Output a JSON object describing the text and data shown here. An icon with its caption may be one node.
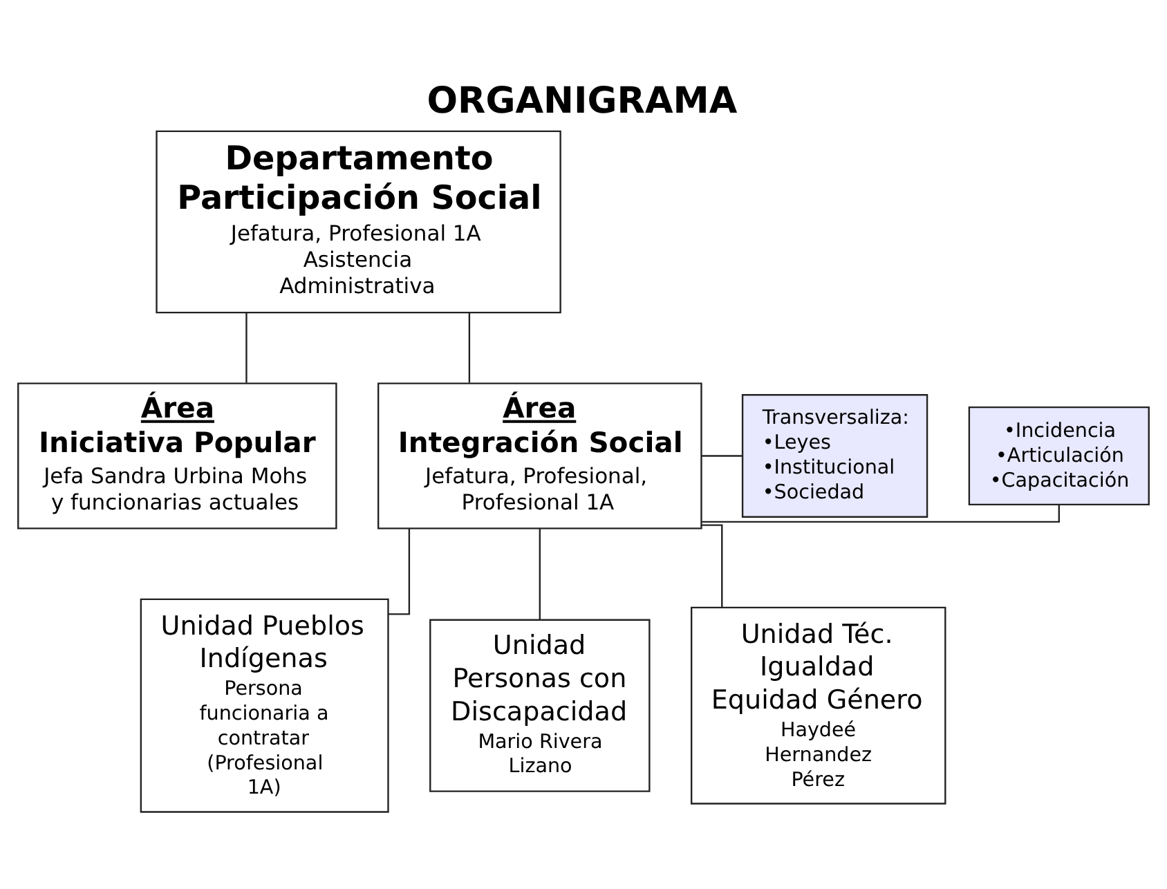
{
  "diagram": {
    "title": "ORGANIGRAMA",
    "nodes": [
      {
        "text": [
          "Departamento Participación Social",
          "Jefatura, Profesional 1A Asistencia Administrativa"
        ]
      },
      {
        "text": [
          "Área",
          "Iniciativa Popular",
          "Jefa Sandra Urbina Mohs y funcionarias actuales"
        ]
      },
      {
        "text": [
          "Área",
          "Integración Social",
          "Jefatura, Profesional, Profesional 1A"
        ]
      },
      {
        "text": [
          "•Incidencia",
          "•Articulación",
          "•Capacitación"
        ]
      },
      {
        "text": [
          "Transversaliza:",
          "•Leyes",
          "•Institucional",
          "•Sociedad"
        ]
      },
      {
        "text": [
          "Unidad Pueblos Indígenas",
          "Persona funcionaria a contratar (Profesional 1A)"
        ]
      },
      {
        "text": [
          "Unidad Personas con Discapacidad",
          "Mario Rivera Lizano"
        ]
      },
      {
        "text": [
          "Unidad Téc. Igualdad Equidad Género",
          "Haydeé Hernandez Pérez"
        ]
      }
    ],
    "edges": [
      {
        "from": 0,
        "to": 1,
        "arrow": "none"
      },
      {
        "from": 0,
        "to": 2,
        "arrow": "none"
      },
      {
        "from": 2,
        "to": 3,
        "arrow": "none"
      },
      {
        "from": 2,
        "to": 4,
        "arrow": "none"
      },
      {
        "from": 2,
        "to": 5,
        "arrow": "none"
      },
      {
        "from": 2,
        "to": 6,
        "arrow": "none"
      },
      {
        "from": 2,
        "to": 7,
        "arrow": "none"
      }
    ]
  }
}
